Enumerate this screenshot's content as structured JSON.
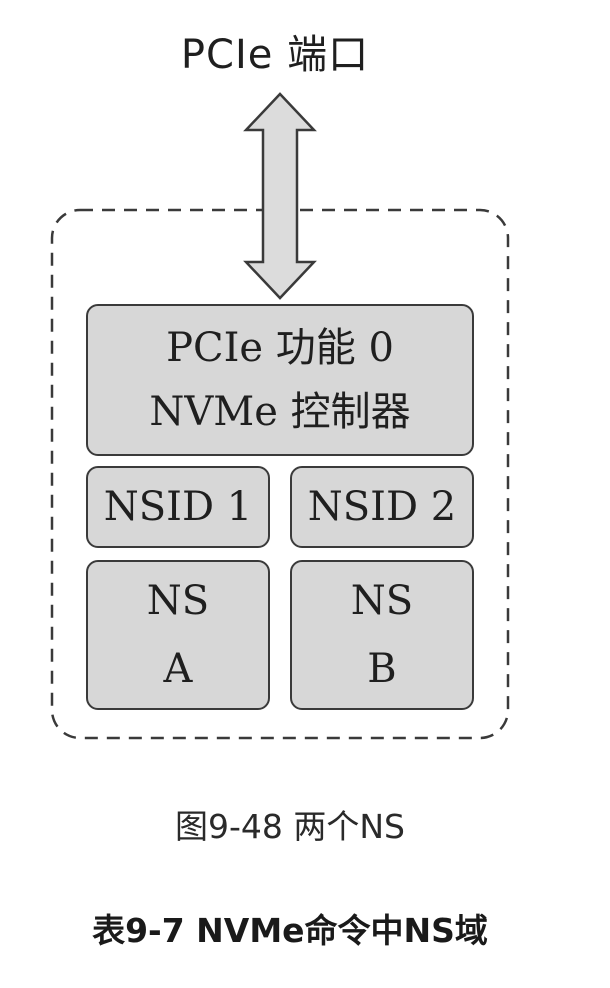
{
  "diagram": {
    "port_label": "PCIe 端口",
    "controller": {
      "line1": "PCIe 功能 0",
      "line2": "NVMe 控制器"
    },
    "nsids": [
      {
        "label": "NSID 1"
      },
      {
        "label": "NSID 2"
      }
    ],
    "namespaces": [
      {
        "line1": "NS",
        "line2": "A"
      },
      {
        "line1": "NS",
        "line2": "B"
      }
    ],
    "colors": {
      "box_fill": "#d7d7d7",
      "arrow_fill": "#dcdcdc",
      "stroke": "#3a3a3a"
    }
  },
  "figure_caption": "图9-48 两个NS",
  "table_title": "表9-7 NVMe命令中NS域"
}
